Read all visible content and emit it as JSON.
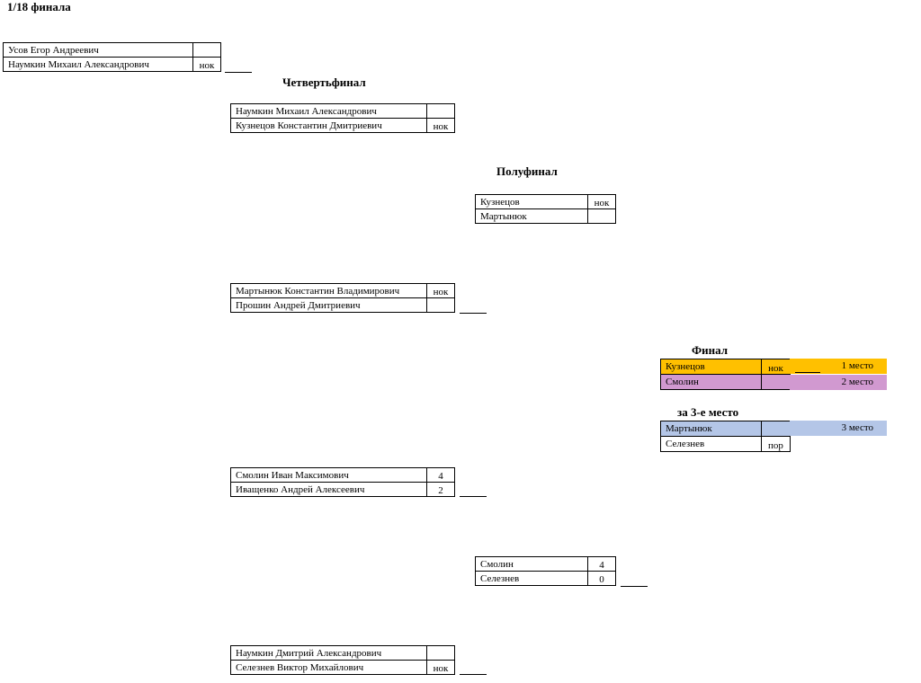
{
  "titles": {
    "round18": "1/18 финала",
    "quarter": "Четвертьфинал",
    "semi": "Полуфинал",
    "final": "Финал",
    "third": "за 3-е место"
  },
  "matches": {
    "r18_1": {
      "p1": "Усов Егор Андреевич",
      "s1": "",
      "p2": "Наумкин Михаил Александрович",
      "s2": "нок"
    },
    "qf_1": {
      "p1": "Наумкин Михаил Александрович",
      "s1": "",
      "p2": "Кузнецов Константин Дмитриевич",
      "s2": "нок"
    },
    "sf_1": {
      "p1": "Кузнецов",
      "s1": "нок",
      "p2": "Мартынюк",
      "s2": ""
    },
    "qf_2": {
      "p1": "Мартынюк Константин Владимирович",
      "s1": "нок",
      "p2": "Прошин Андрей Дмитриевич",
      "s2": ""
    },
    "qf_3": {
      "p1": "Смолин Иван Максимович",
      "s1": "4",
      "p2": "Иващенко Андрей Алексеевич",
      "s2": "2"
    },
    "sf_2": {
      "p1": "Смолин",
      "s1": "4",
      "p2": "Селезнев",
      "s2": "0"
    },
    "qf_4": {
      "p1": "Наумкин Дмитрий Александрович",
      "s1": "",
      "p2": "Селезнев Виктор Михайлович",
      "s2": "нок"
    },
    "final": {
      "p1": "Кузнецов",
      "s1": "нок",
      "p2": "Смолин",
      "s2": ""
    },
    "third": {
      "p1": "Мартынюк",
      "s1": "",
      "p2": "Селезнев",
      "s2": "пор"
    }
  },
  "places": {
    "first": "1 место",
    "second": "2 место",
    "third": "3 место"
  },
  "colors": {
    "first": "#FFC000",
    "second": "#D199D0",
    "third": "#B4C6E7"
  }
}
